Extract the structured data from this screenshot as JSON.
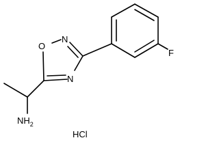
{
  "molecule": {
    "atoms": {
      "ring_oxygen": "O",
      "ring_nitrogen_top": "N",
      "ring_nitrogen_bottom": "N",
      "fluorine": "F",
      "amine": {
        "main": "NH",
        "subscript": "2"
      }
    },
    "salt": "HCl"
  },
  "colors": {
    "ink": "#000000",
    "background": "#ffffff"
  }
}
